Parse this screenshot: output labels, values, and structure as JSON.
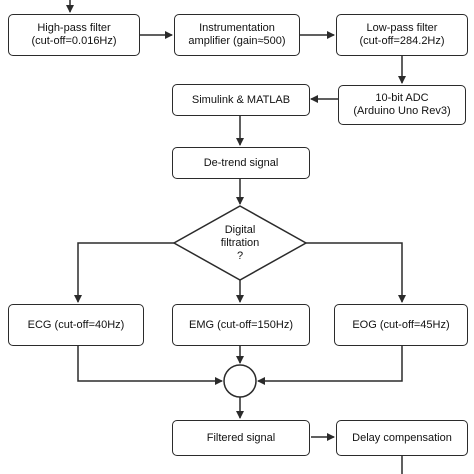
{
  "nodes": {
    "highpass": {
      "line1": "High-pass filter",
      "line2": "(cut-off=0.016Hz)"
    },
    "instrumentation": {
      "line1": "Instrumentation",
      "line2": "amplifier (gain≈500)"
    },
    "lowpass": {
      "line1": "Low-pass filter",
      "line2": "(cut-off=284.2Hz)"
    },
    "adc": {
      "line1": "10-bit ADC",
      "line2": "(Arduino Uno Rev3)"
    },
    "simulink": {
      "line1": "Simulink & MATLAB"
    },
    "detrend": {
      "line1": "De-trend signal"
    },
    "decision": {
      "line1": "Digital",
      "line2": "filtration",
      "line3": "?"
    },
    "ecg": {
      "line1": "ECG (cut-off=40Hz)"
    },
    "emg": {
      "line1": "EMG (cut-off=150Hz)"
    },
    "eog": {
      "line1": "EOG (cut-off=45Hz)"
    },
    "filtered": {
      "line1": "Filtered signal"
    },
    "delay": {
      "line1": "Delay compensation"
    }
  },
  "colors": {
    "stroke": "#2b2b2b",
    "text": "#111111",
    "background": "#ffffff"
  }
}
